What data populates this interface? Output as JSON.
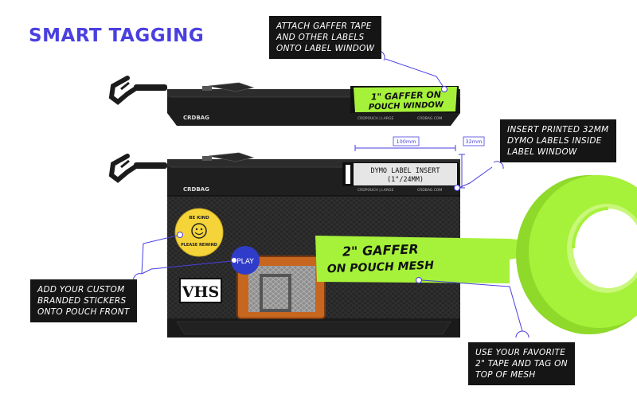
{
  "title": "SMART TAGGING",
  "callouts": {
    "attach": [
      "ATTACH GAFFER TAPE",
      "AND OTHER LABELS",
      "ONTO LABEL WINDOW"
    ],
    "insert": [
      "INSERT PRINTED 32MM",
      "DYMO LABELS INSIDE",
      "LABEL WINDOW"
    ],
    "stickers": [
      "ADD YOUR CUSTOM",
      "BRANDED STICKERS",
      "ONTO POUCH FRONT"
    ],
    "tape": [
      "USE YOUR FAVORITE",
      "2\" TAPE AND TAG ON",
      "TOP OF MESH"
    ]
  },
  "pouch_top": {
    "brand": "CRDBAG",
    "product": "CRDPOUCH | LARGE",
    "site": "CRDBAG.COM",
    "tape_line1": "1\" GAFFER ON",
    "tape_line2": "POUCH WINDOW"
  },
  "pouch_bottom": {
    "brand": "CRDBAG",
    "product": "CRDPOUCH | LARGE",
    "site": "CRDBAG.COM",
    "dymo_line1": "DYMO LABEL INSERT",
    "dymo_line2": "(1\"/24MM)",
    "dim_width": "100mm",
    "dim_height": "32mm",
    "tape_line1": "2\" GAFFER",
    "tape_line2": "ON POUCH MESH"
  },
  "stickers": {
    "smiley_top": "BE KIND",
    "smiley_bottom": "PLEASE REWIND",
    "play": "PLAY",
    "vhs": "VHS"
  },
  "colors": {
    "accent": "#4a3fe0",
    "tape_green": "#a6f23a",
    "pouch_dark": "#262626",
    "sticker_yellow": "#f5d43a",
    "play_blue": "#2f3cc9",
    "cassette_orange": "#c7661e"
  }
}
